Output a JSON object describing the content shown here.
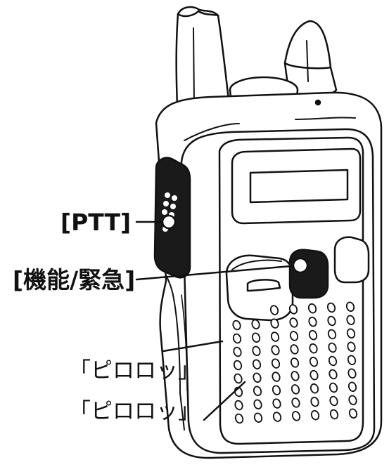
{
  "labels": {
    "ptt": "[PTT]",
    "func": "[機能/緊急]",
    "beep_1": "「ピロロッ」",
    "beep_2": "「ピロロッ」"
  },
  "colors": {
    "ink": "#111111",
    "body": "#ffffff",
    "button_dark": "#1a1a1a"
  }
}
